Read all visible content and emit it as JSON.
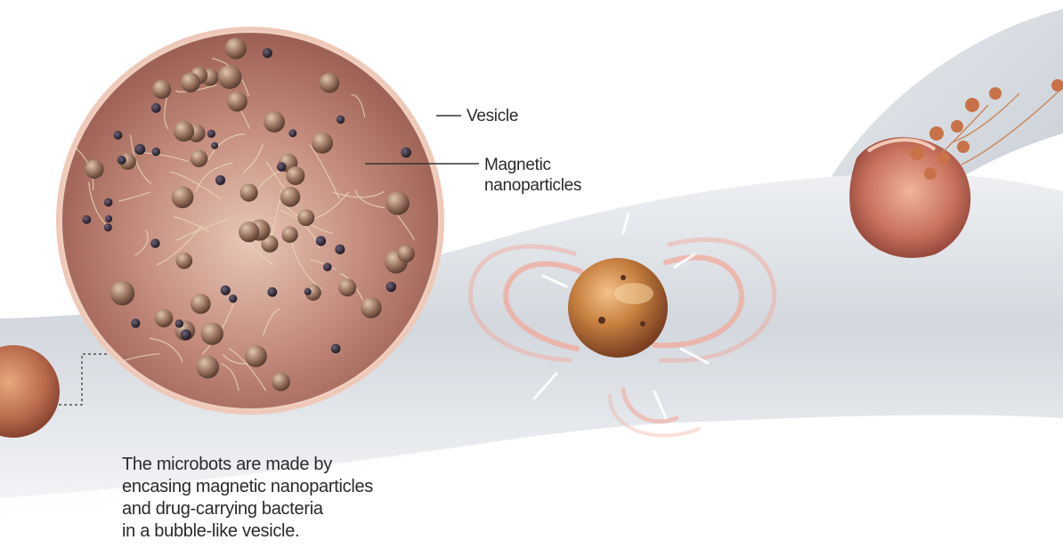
{
  "labels": {
    "vesicle": "Vesicle",
    "magnetic": [
      "Magnetic",
      "nanoparticles"
    ]
  },
  "caption": [
    "The microbots are made by",
    "encasing magnetic nanoparticles",
    "and drug-carrying bacteria",
    "in a bubble-like vesicle."
  ],
  "colors": {
    "vessel": "#d9dde3",
    "vesicle_rim": "#e9c6b6",
    "vesicle_inner": "#b97868",
    "bacterium": "#8c6a58",
    "nanoparticle": "#2a1f2a",
    "field_ring": "#f2a596",
    "label_text": "#2a2a2a"
  }
}
